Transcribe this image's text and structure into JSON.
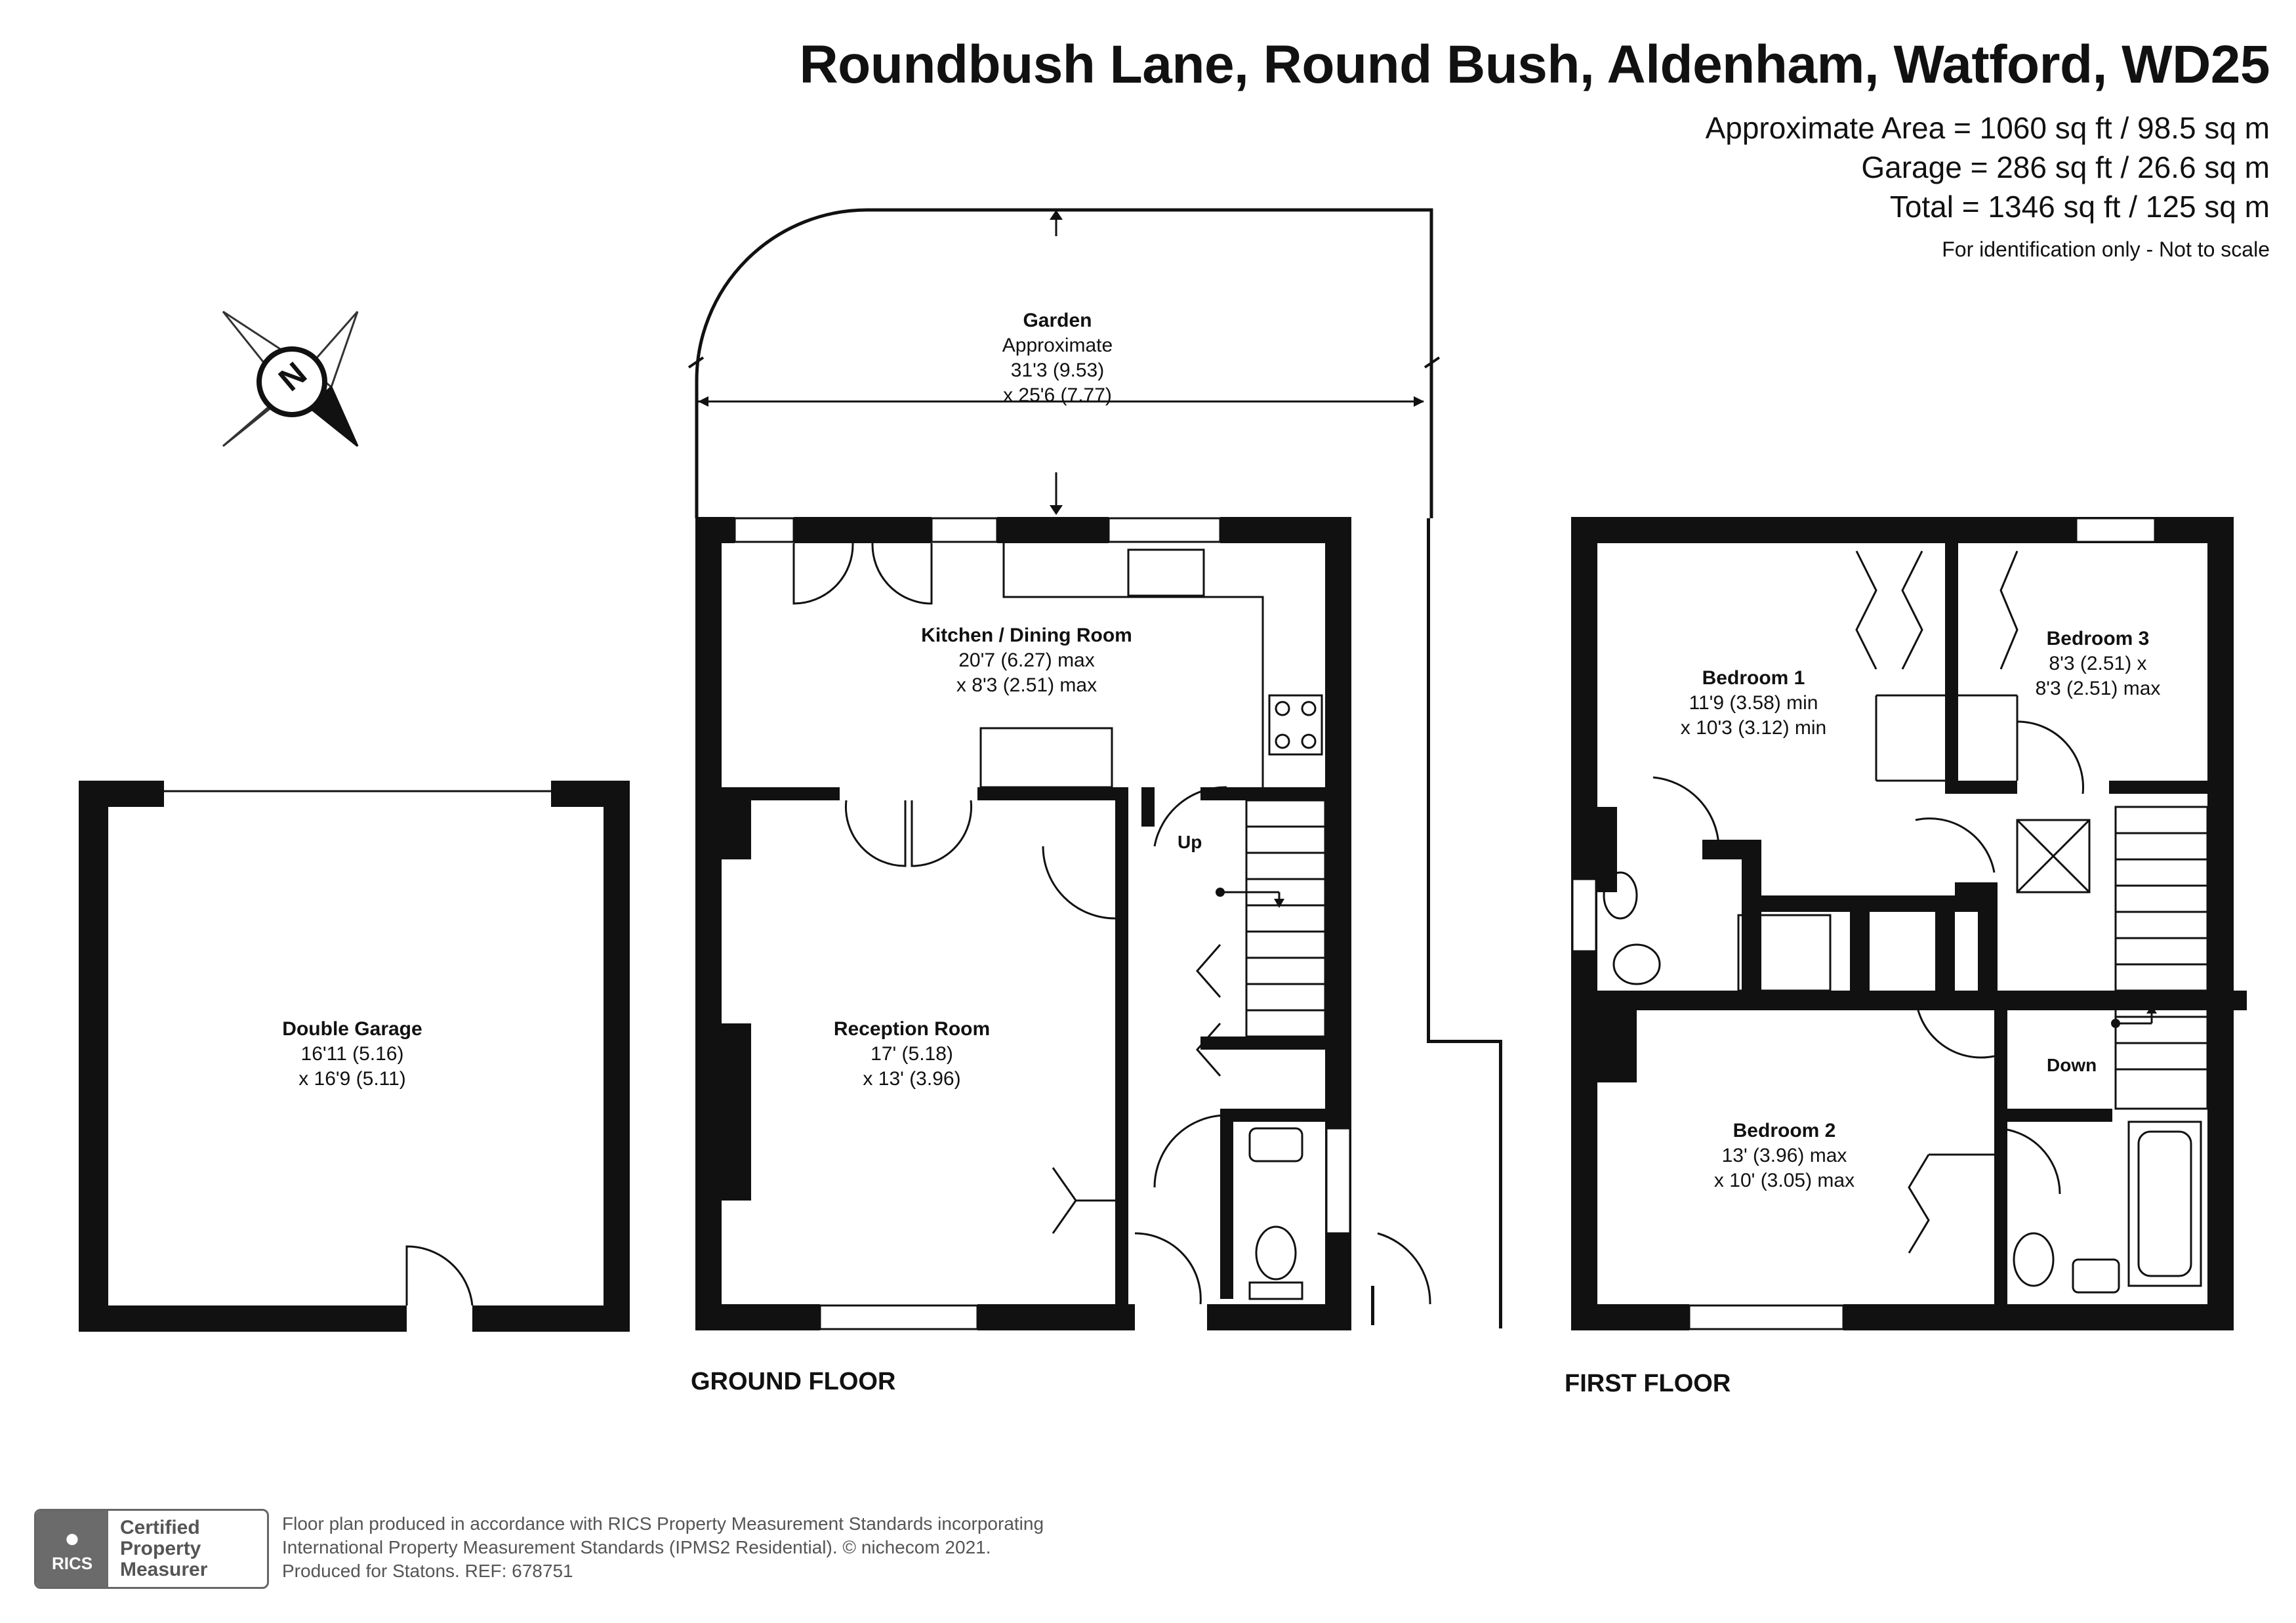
{
  "header": {
    "title": "Roundbush Lane, Round Bush, Aldenham, Watford, WD25",
    "area_line": "Approximate Area = 1060 sq ft / 98.5 sq m",
    "garage_line": "Garage = 286 sq ft / 26.6 sq m",
    "total_line": "Total = 1346 sq ft / 125 sq m",
    "note": "For identification only - Not to scale"
  },
  "compass": {
    "letter": "N",
    "icon": "compass-rose-icon"
  },
  "garden": {
    "name": "Garden",
    "line1": "Approximate",
    "line2": "31'3 (9.53)",
    "line3": "x 25'6 (7.77)"
  },
  "ground_floor": {
    "label": "GROUND FLOOR",
    "up_label": "Up",
    "rooms": {
      "kitchen": {
        "name": "Kitchen / Dining Room",
        "dim1": "20'7 (6.27) max",
        "dim2": "x 8'3 (2.51) max"
      },
      "reception": {
        "name": "Reception Room",
        "dim1": "17' (5.18)",
        "dim2": "x 13' (3.96)"
      },
      "garage": {
        "name": "Double Garage",
        "dim1": "16'11 (5.16)",
        "dim2": "x 16'9 (5.11)"
      }
    }
  },
  "first_floor": {
    "label": "FIRST FLOOR",
    "down_label": "Down",
    "rooms": {
      "bedroom1": {
        "name": "Bedroom 1",
        "dim1": "11'9 (3.58) min",
        "dim2": "x 10'3 (3.12) min"
      },
      "bedroom2": {
        "name": "Bedroom 2",
        "dim1": "13' (3.96) max",
        "dim2": "x 10' (3.05) max"
      },
      "bedroom3": {
        "name": "Bedroom 3",
        "dim1": "8'3 (2.51) x",
        "dim2": "8'3 (2.51) max"
      }
    }
  },
  "footer": {
    "line1": "Floor plan produced in accordance with RICS Property Measurement Standards incorporating",
    "line2": "International Property Measurement Standards (IPMS2 Residential).  © nichecom 2021.",
    "line3": "Produced for Statons.   REF: 678751",
    "badge_left": "RICS",
    "badge_right1": "Certified",
    "badge_right2": "Property",
    "badge_right3": "Measurer"
  }
}
